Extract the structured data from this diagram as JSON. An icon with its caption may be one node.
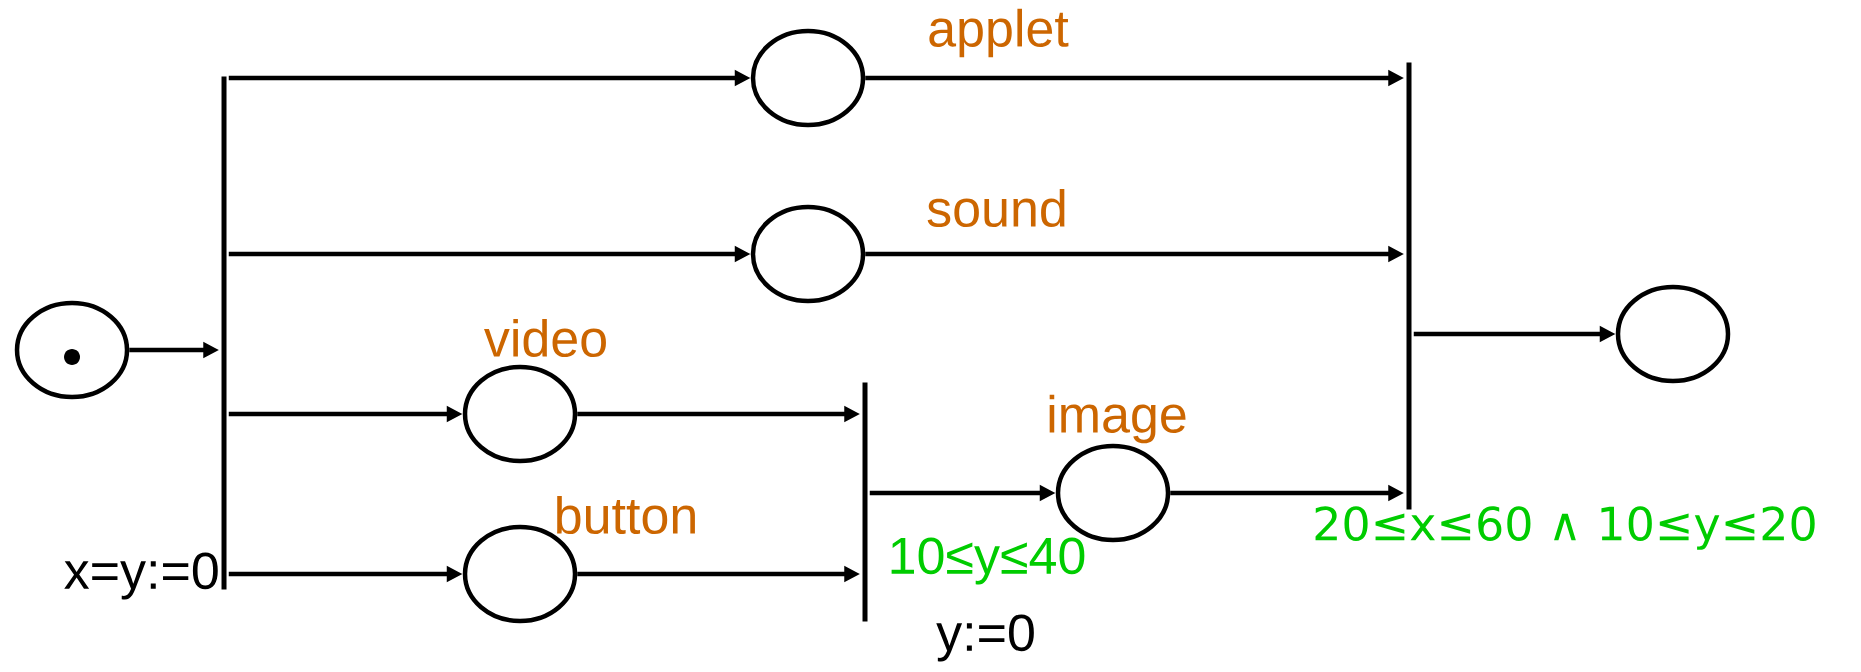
{
  "diagram": {
    "nodes": [
      {
        "text": [],
        "shape": "circle"
      },
      {
        "text": [],
        "shape": "bar",
        "beside": [
          "x=y:=0"
        ]
      },
      {
        "text": [],
        "shape": "circle",
        "beside": [
          "applet"
        ]
      },
      {
        "text": [],
        "shape": "circle",
        "beside": [
          "sound"
        ]
      },
      {
        "text": [],
        "shape": "circle",
        "beside": [
          "video"
        ]
      },
      {
        "text": [],
        "shape": "circle",
        "beside": [
          "button"
        ]
      },
      {
        "text": [],
        "shape": "bar",
        "beside": [
          "10≤y≤40",
          "y:=0"
        ]
      },
      {
        "text": [],
        "shape": "circle",
        "beside": [
          "image"
        ]
      },
      {
        "text": [],
        "shape": "bar",
        "beside": [
          "20≤x≤60 ∧ 10≤y≤20"
        ]
      },
      {
        "text": [],
        "shape": "circle"
      }
    ],
    "edges": [
      {
        "from": 0,
        "to": 1,
        "arrow": "to"
      },
      {
        "from": 1,
        "to": 2,
        "arrow": "to"
      },
      {
        "from": 1,
        "to": 3,
        "arrow": "to"
      },
      {
        "from": 1,
        "to": 4,
        "arrow": "to"
      },
      {
        "from": 1,
        "to": 5,
        "arrow": "to"
      },
      {
        "from": 2,
        "to": 8,
        "arrow": "to"
      },
      {
        "from": 3,
        "to": 8,
        "arrow": "to"
      },
      {
        "from": 4,
        "to": 6,
        "arrow": "to"
      },
      {
        "from": 5,
        "to": 6,
        "arrow": "to"
      },
      {
        "from": 6,
        "to": 7,
        "arrow": "to"
      },
      {
        "from": 7,
        "to": 8,
        "arrow": "to"
      },
      {
        "from": 8,
        "to": 9,
        "arrow": "to"
      }
    ]
  }
}
